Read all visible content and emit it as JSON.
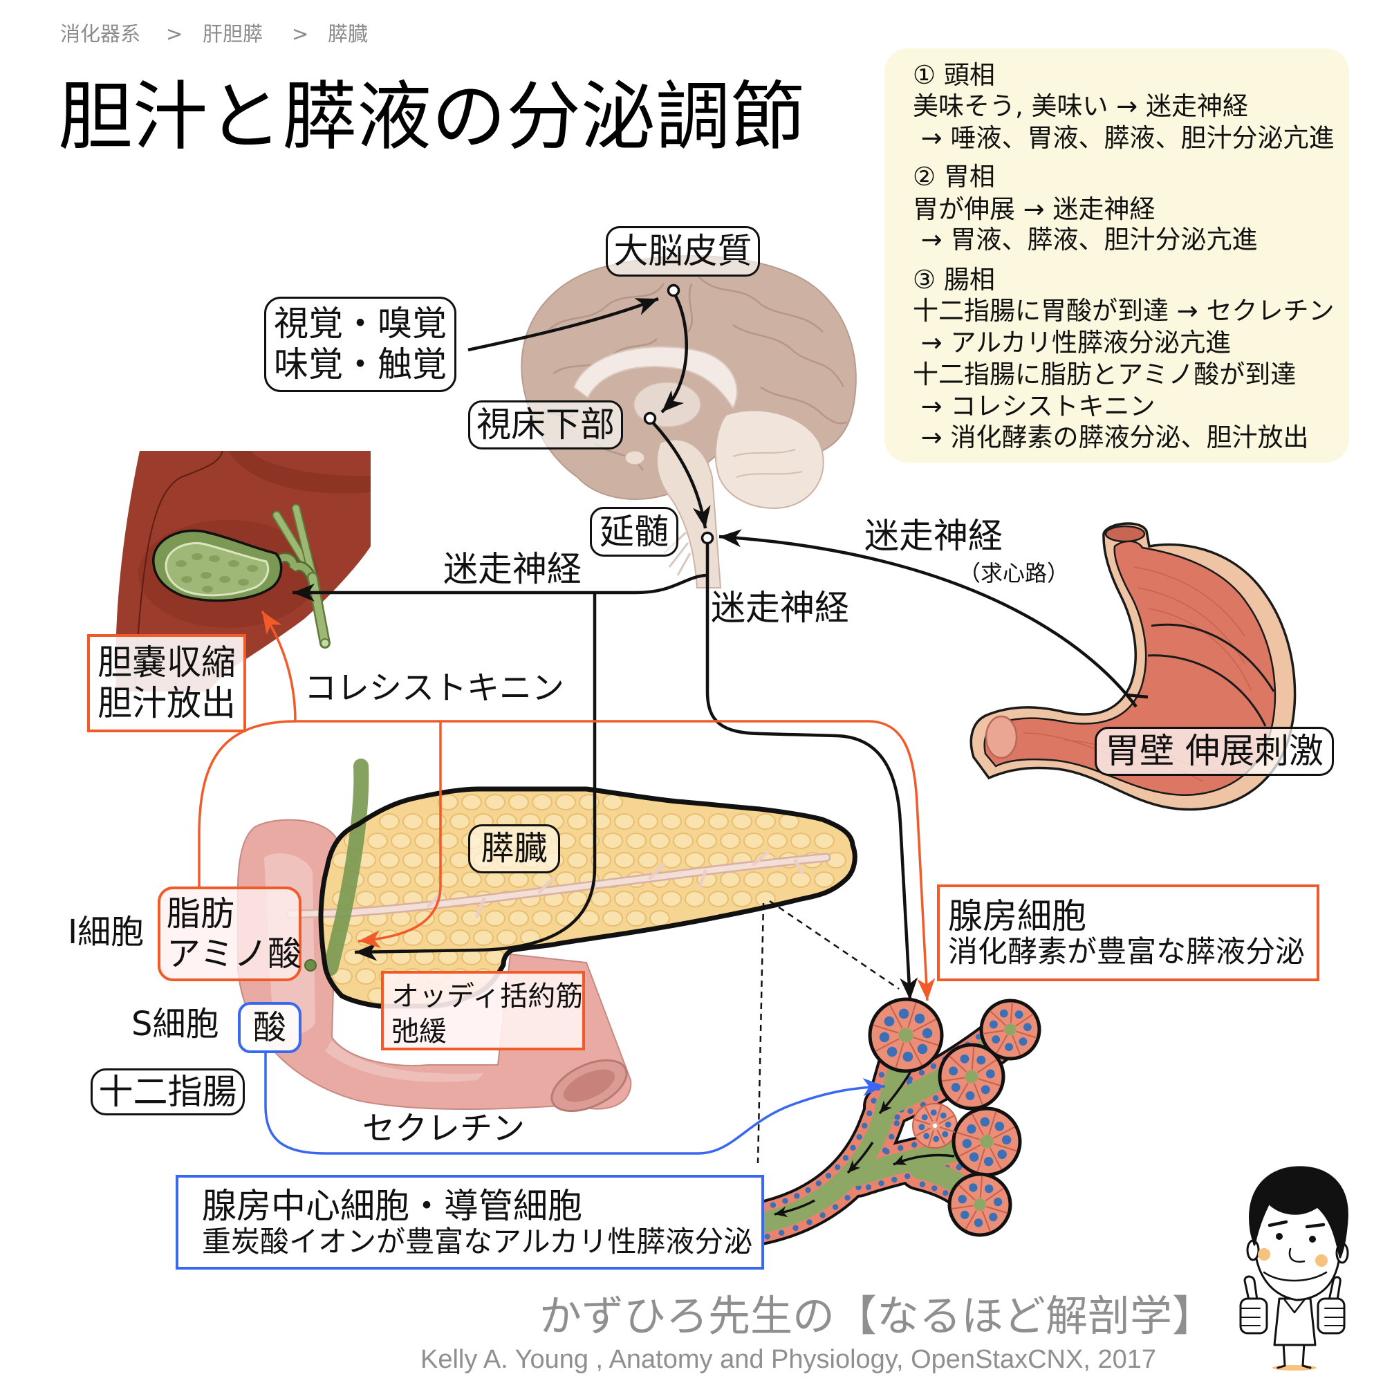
{
  "breadcrumb": {
    "items": [
      "消化器系",
      "肝胆膵",
      "膵臓"
    ],
    "separator": ">"
  },
  "title": "胆汁と膵液の分泌調節",
  "phases": [
    {
      "heading": "① 頭相",
      "lines": [
        "美味そう, 美味い → 迷走神経",
        " → 唾液、胃液、膵液、胆汁分泌亢進"
      ]
    },
    {
      "heading": "② 胃相",
      "lines": [
        "胃が伸展 → 迷走神経",
        " → 胃液、膵液、胆汁分泌亢進"
      ]
    },
    {
      "heading": "③ 腸相",
      "lines": [
        "十二指腸に胃酸が到達 → セクレチン",
        " → アルカリ性膵液分泌亢進",
        "十二指腸に脂肪とアミノ酸が到達",
        " → コレシストキニン",
        " → 消化酵素の膵液分泌、胆汁放出"
      ]
    }
  ],
  "diagram": {
    "brain": {
      "cerebral_cortex": "大脳皮質",
      "hypothalamus": "視床下部",
      "medulla": "延髄"
    },
    "senses": [
      "視覚・嗅覚",
      "味覚・触覚"
    ],
    "vagus_afferent": "迷走神経",
    "afferent_note": "（求心路）",
    "vagus_to_gallbladder": "迷走神経",
    "vagus_to_pancreas": "迷走神経",
    "gallbladder_response": [
      "胆嚢収縮",
      "胆汁放出"
    ],
    "cck": "コレシストキニン",
    "pancreas": "膵臓",
    "i_cell": "I細胞",
    "i_cell_stimuli": [
      "脂肪",
      "アミノ酸"
    ],
    "s_cell": "S細胞",
    "s_cell_stimulus": "酸",
    "duodenum": "十二指腸",
    "oddi": [
      "オッディ括約筋",
      "弛緩"
    ],
    "secretin": "セクレチン",
    "acinar_cells": {
      "title": "腺房細胞",
      "description": "消化酵素が豊富な膵液分泌"
    },
    "duct_cells": {
      "title": "腺房中心細胞・導管細胞",
      "description": "重炭酸イオンが豊富なアルカリ性膵液分泌"
    },
    "stomach": "胃壁 伸展刺激"
  },
  "footer": {
    "brand": "かずひろ先生の【なるほど解剖学】",
    "credit": "Kelly A. Young , Anatomy and Physiology, OpenStaxCNX, 2017"
  },
  "colors": {
    "nerve": "#111111",
    "cholecystokinin": "#f15a29",
    "secretin": "#3868f0",
    "info_panel": "#fcf8e0"
  }
}
